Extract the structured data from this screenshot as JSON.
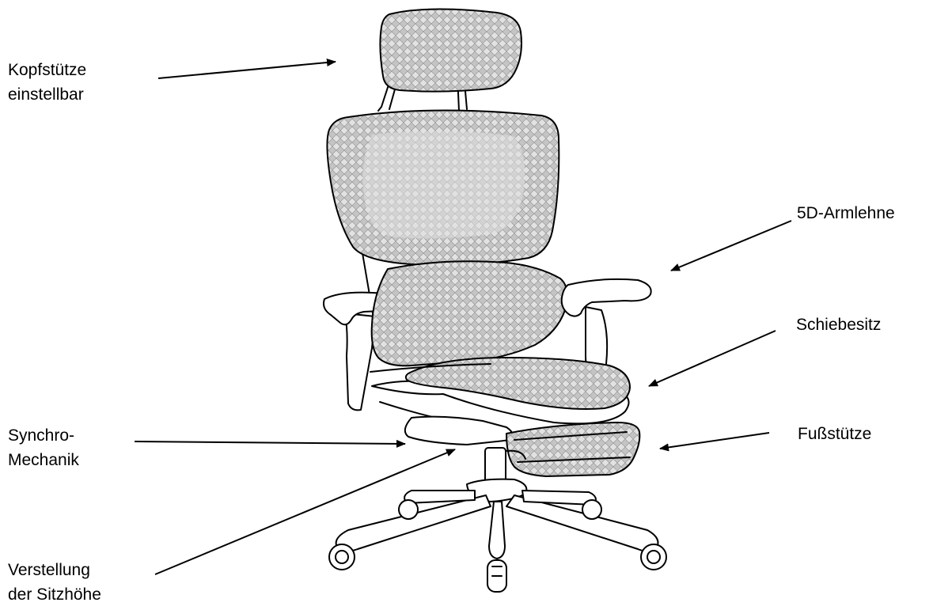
{
  "labels": {
    "headrest": {
      "line1": "Kopfstütze",
      "line2": "einstellbar"
    },
    "armrest": {
      "line1": "5D-Armlehne"
    },
    "sliding_seat": {
      "line1": "Schiebesitz"
    },
    "synchro": {
      "line1": "Synchro-",
      "line2": "Mechanik"
    },
    "footrest": {
      "line1": "Fußstütze"
    },
    "seat_height": {
      "line1": "Verstellung",
      "line2": "der Sitzhöhe"
    }
  },
  "colors": {
    "line": "#000000",
    "mesh_fill": "#bdbdbd",
    "mesh_light": "#d6d6d6",
    "frame_fill": "#ffffff",
    "background": "#ffffff"
  }
}
